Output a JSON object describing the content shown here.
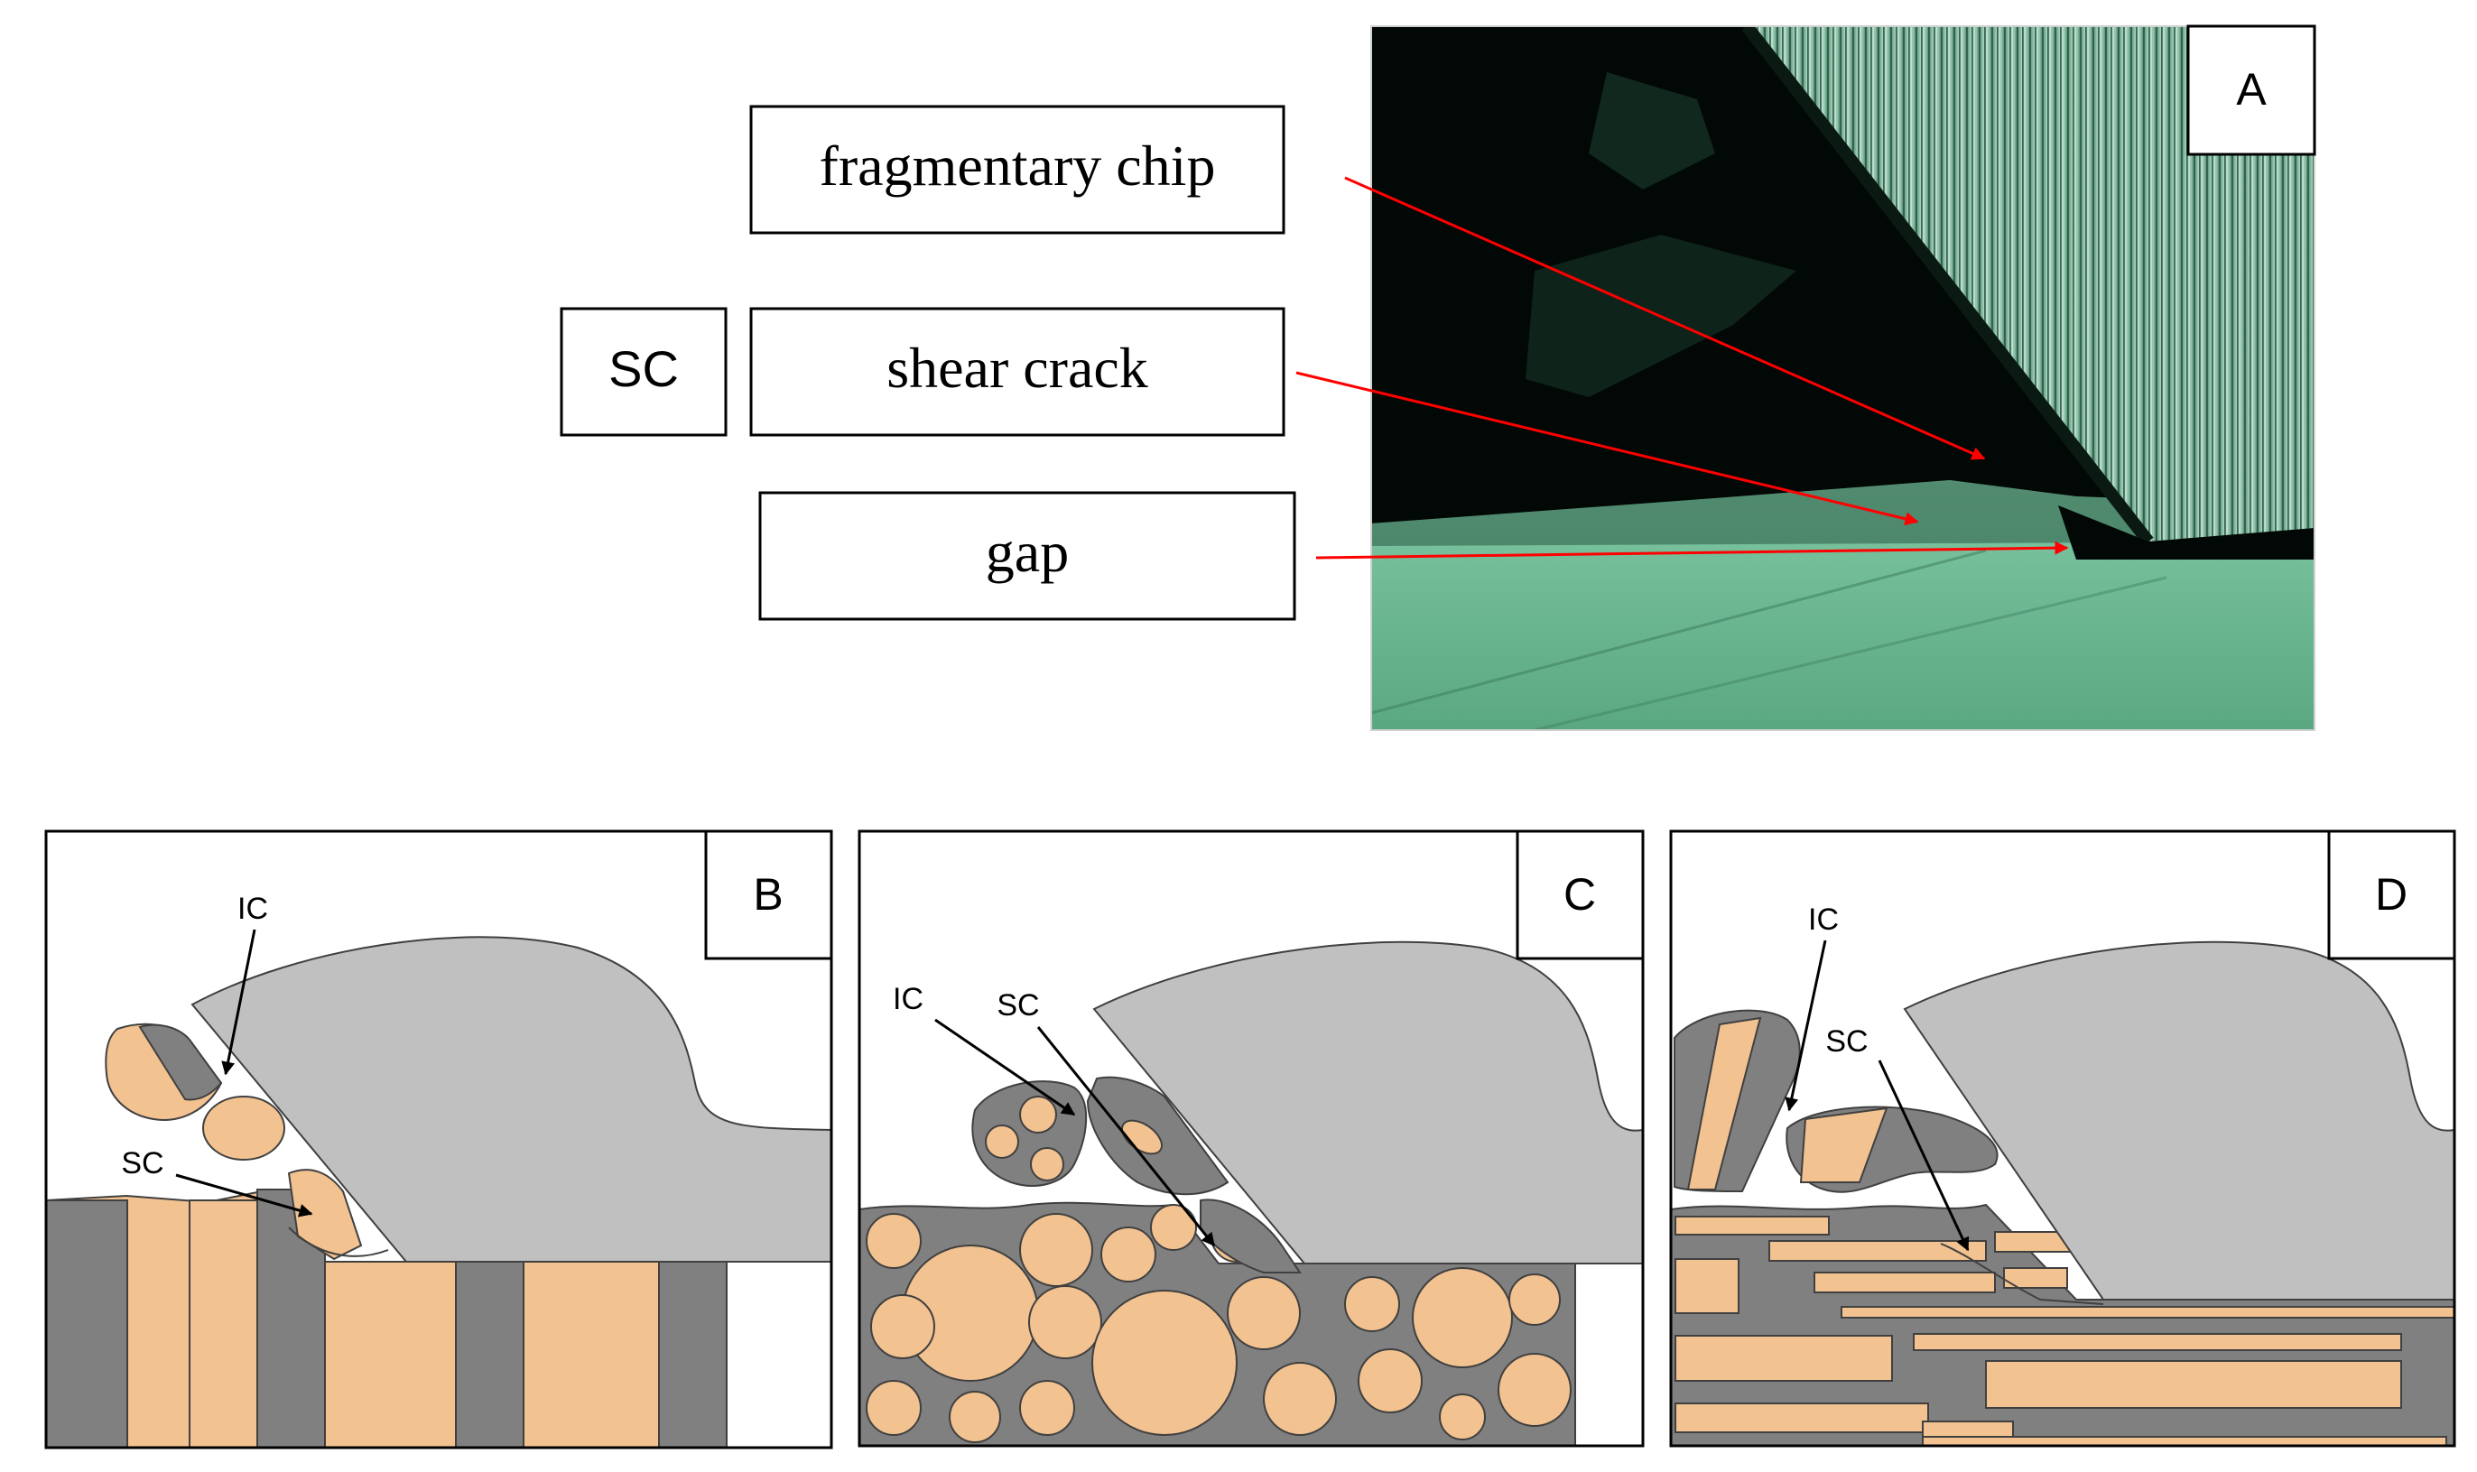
{
  "labels": {
    "fragmentary_chip": "fragmentary chip",
    "shear_crack": "shear crack",
    "gap": "gap",
    "sc_box": "SC"
  },
  "panels": {
    "a": {
      "letter": "A"
    },
    "b": {
      "letter": "B",
      "ic": "IC",
      "sc": "SC"
    },
    "c": {
      "letter": "C",
      "ic": "IC",
      "sc": "SC"
    },
    "d": {
      "letter": "D",
      "ic": "IC",
      "sc": "SC"
    }
  },
  "colors": {
    "matrix": "#808080",
    "fiber": "#F2C290",
    "tool": "#C0C0C0",
    "arrow_red": "#FF0000",
    "outline": "#404040"
  }
}
